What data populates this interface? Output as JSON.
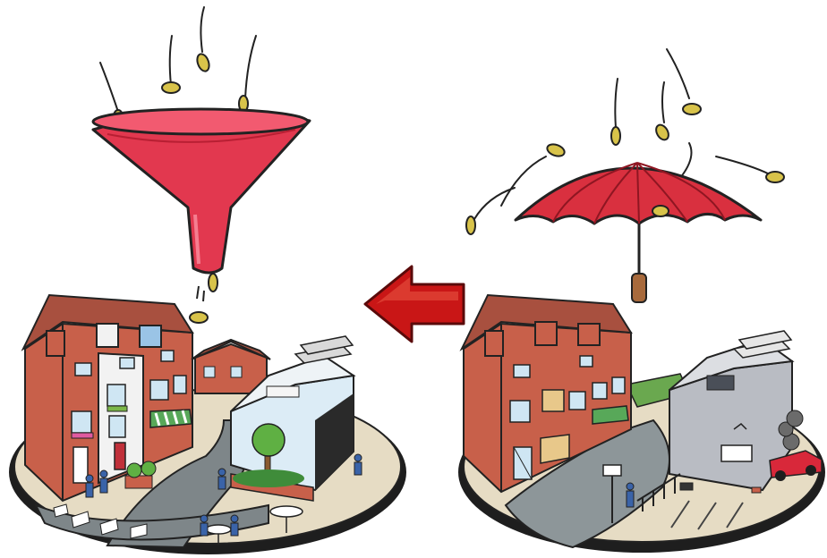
{
  "scene": {
    "left_panel": "thriving-high-street-with-funnel",
    "right_panel": "declining-high-street-with-umbrella",
    "arrow_direction": "left"
  },
  "colors": {
    "background": "#ffffff",
    "funnel": "#e2384f",
    "umbrella": "#d9303f",
    "arrow": "#c91616",
    "brick": "#c8604a",
    "roof": "#a8503f",
    "coin": "#d8c34a",
    "ground": "#e6dcc4",
    "road": "#7e8689",
    "tree": "#5fb043",
    "sky_panel": "#dcecf6",
    "car": "#d8283a",
    "smoke": "#6b6b6b"
  },
  "labels": {
    "left_small_sign": "",
    "right_small_sign": ""
  }
}
